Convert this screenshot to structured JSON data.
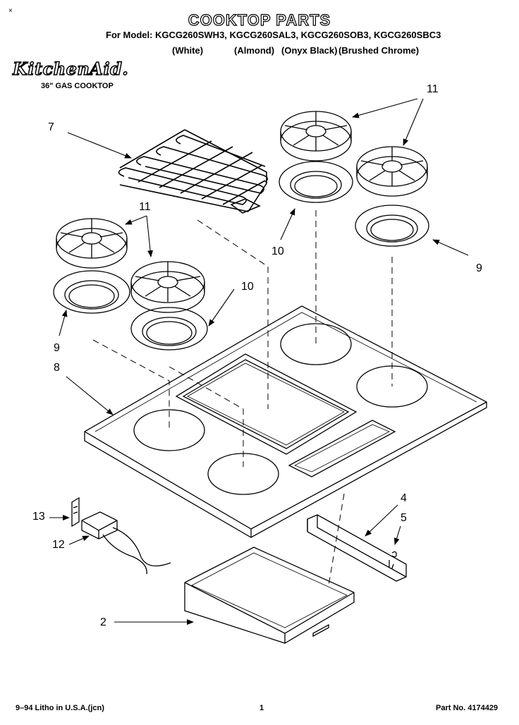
{
  "header": {
    "corner_mark": "×",
    "title": "COOKTOP PARTS",
    "models": "For Model: KGCG260SWH3, KGCG260SAL3, KGCG260SOB3, KGCG260SBC3",
    "variants": [
      "(White)",
      "(Almond)",
      "(Onyx Black)",
      "(Brushed Chrome)"
    ],
    "brand": "KitchenAid.",
    "subtitle": "36\" GAS COOKTOP"
  },
  "callouts": [
    "7",
    "11",
    "11",
    "10",
    "10",
    "9",
    "9",
    "8",
    "13",
    "12",
    "4",
    "5",
    "2"
  ],
  "footer": {
    "litho": "9–94 Litho in U.S.A.(jcn)",
    "page": "1",
    "part_no": "Part No. 4174429"
  }
}
